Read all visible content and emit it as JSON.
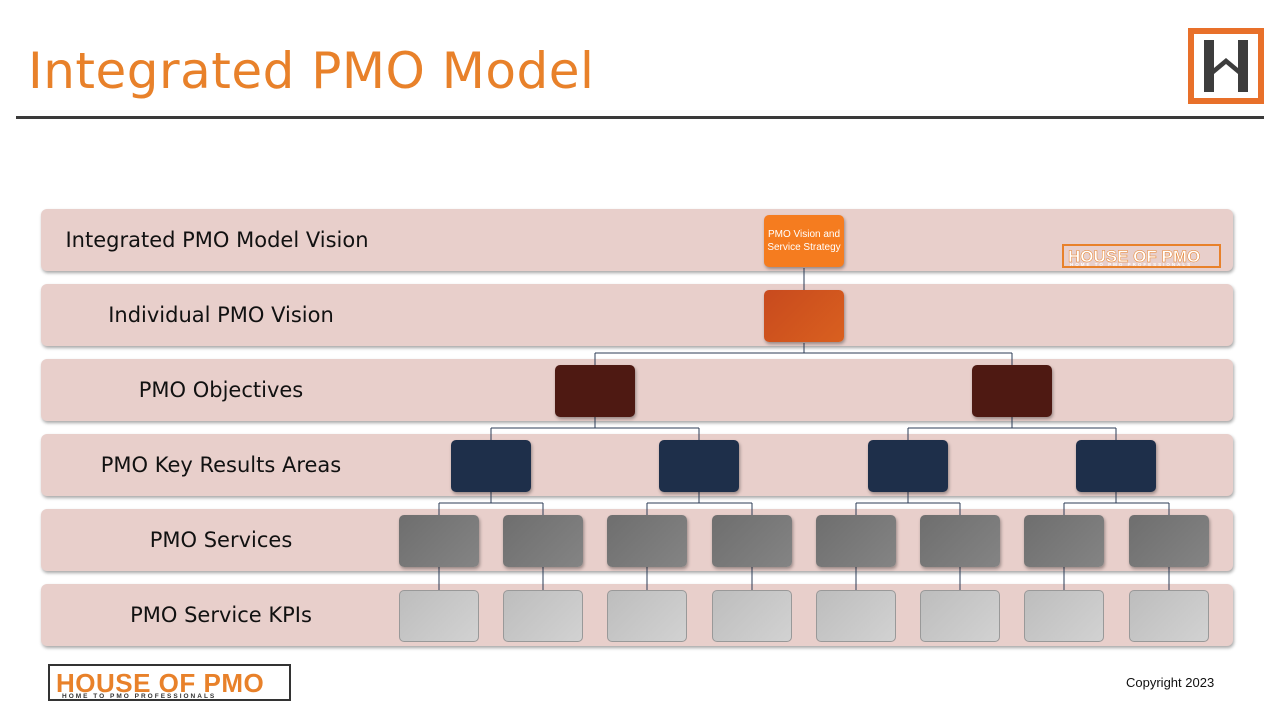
{
  "slide": {
    "title": "Integrated PMO Model",
    "copyright": "Copyright 2023"
  },
  "brand": {
    "accent_color": "#E8812A",
    "logo_text": "HOUSE OF PMO",
    "logo_tagline": "HOME TO PMO PROFESSIONALS",
    "corner_logo_icon": "house-of-pmo-h-icon"
  },
  "levels": [
    {
      "label": "Integrated PMO Model Vision",
      "box_color": "#F57C1F",
      "box_count": 1
    },
    {
      "label": "Individual PMO Vision",
      "box_color": "#CF531E",
      "box_count": 1
    },
    {
      "label": "PMO Objectives",
      "box_color": "#4E1912",
      "box_count": 2
    },
    {
      "label": "PMO Key Results Areas",
      "box_color": "#1E2F4A",
      "box_count": 4
    },
    {
      "label": "PMO Services",
      "box_color": "#777777",
      "box_count": 8
    },
    {
      "label": "PMO Service KPIs",
      "box_color": "#C8C8C8",
      "box_count": 8
    }
  ],
  "top_node": {
    "text": "PMO Vision and Service Strategy"
  }
}
